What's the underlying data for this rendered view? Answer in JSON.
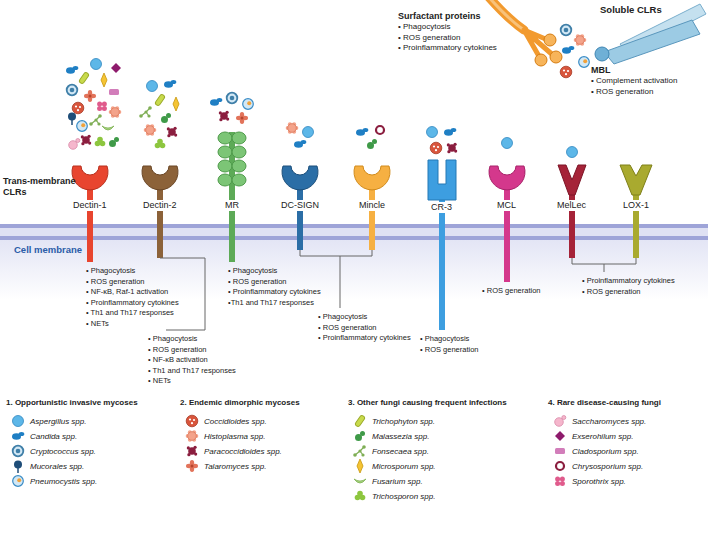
{
  "diagram": {
    "nodes": [
      {
        "text": [
          "Surfactant proteins",
          "• Phagocytosis",
          "• ROS generation",
          "• Proinflammatory cytokines"
        ]
      },
      {
        "text": [
          "MBL",
          "• Complement activation",
          "• ROS generation"
        ]
      },
      {
        "text": [
          "Dectin-1"
        ]
      },
      {
        "text": [
          "Dectin-2"
        ]
      },
      {
        "text": [
          "MR"
        ]
      },
      {
        "text": [
          "DC-SIGN"
        ]
      },
      {
        "text": [
          "Mincle"
        ]
      },
      {
        "text": [
          "CR-3"
        ]
      },
      {
        "text": [
          "MCL"
        ]
      },
      {
        "text": [
          "MelLec"
        ]
      },
      {
        "text": [
          "LOX-1"
        ]
      }
    ],
    "labels": [
      "Soluble CLRs",
      "Trans-membrane CLRs",
      "Cell membrane",
      "• Phagocytosis",
      "• ROS generation",
      "• NF-κB, Raf-1 activation",
      "• Proinflammatory cytokines",
      "• Th1 and Th17 responses",
      "• NETs",
      "• Phagocytosis",
      "• ROS generation",
      "• NF-κB activation",
      "• Th1 and Th17 responses",
      "• NETs",
      "• Phagocytosis",
      "• ROS generation",
      "• Proinflammatory cytokines",
      "•Th1 and Th17 responses",
      "• Phagocytosis",
      "• ROS generation",
      "• Proinflammatory cytokines",
      "• Phagocytosis",
      "• ROS generation",
      "• ROS generation",
      "• Proinflammatory cytokines",
      "• ROS generation",
      "1. Opportunistic invasive mycoses",
      "2. Endemic dimorphic mycoses",
      "3. Other fungi causing frequent infections",
      "4. Rare disease-causing fungi"
    ],
    "legend": [
      {
        "text": "Aspergillus spp."
      },
      {
        "text": "Candida spp."
      },
      {
        "text": "Cryptococcus spp."
      },
      {
        "text": "Mucorales spp."
      },
      {
        "text": "Pneumocystis spp."
      },
      {
        "text": "Coccidioides spp."
      },
      {
        "text": "Histoplasma spp."
      },
      {
        "text": "Paracoccidioides spp."
      },
      {
        "text": "Talaromyces spp."
      },
      {
        "text": "Trichophyton spp."
      },
      {
        "text": "Malassezia spp."
      },
      {
        "text": "Fonsecaea spp."
      },
      {
        "text": "Microsporum spp."
      },
      {
        "text": "Fusarium spp."
      },
      {
        "text": "Trichosporon spp."
      },
      {
        "text": "Saccharomyces spp."
      },
      {
        "text": "Exserohilum spp."
      },
      {
        "text": "Cladosporium spp."
      },
      {
        "text": "Chrysosporium spp."
      },
      {
        "text": "Sporothrix spp."
      }
    ]
  }
}
